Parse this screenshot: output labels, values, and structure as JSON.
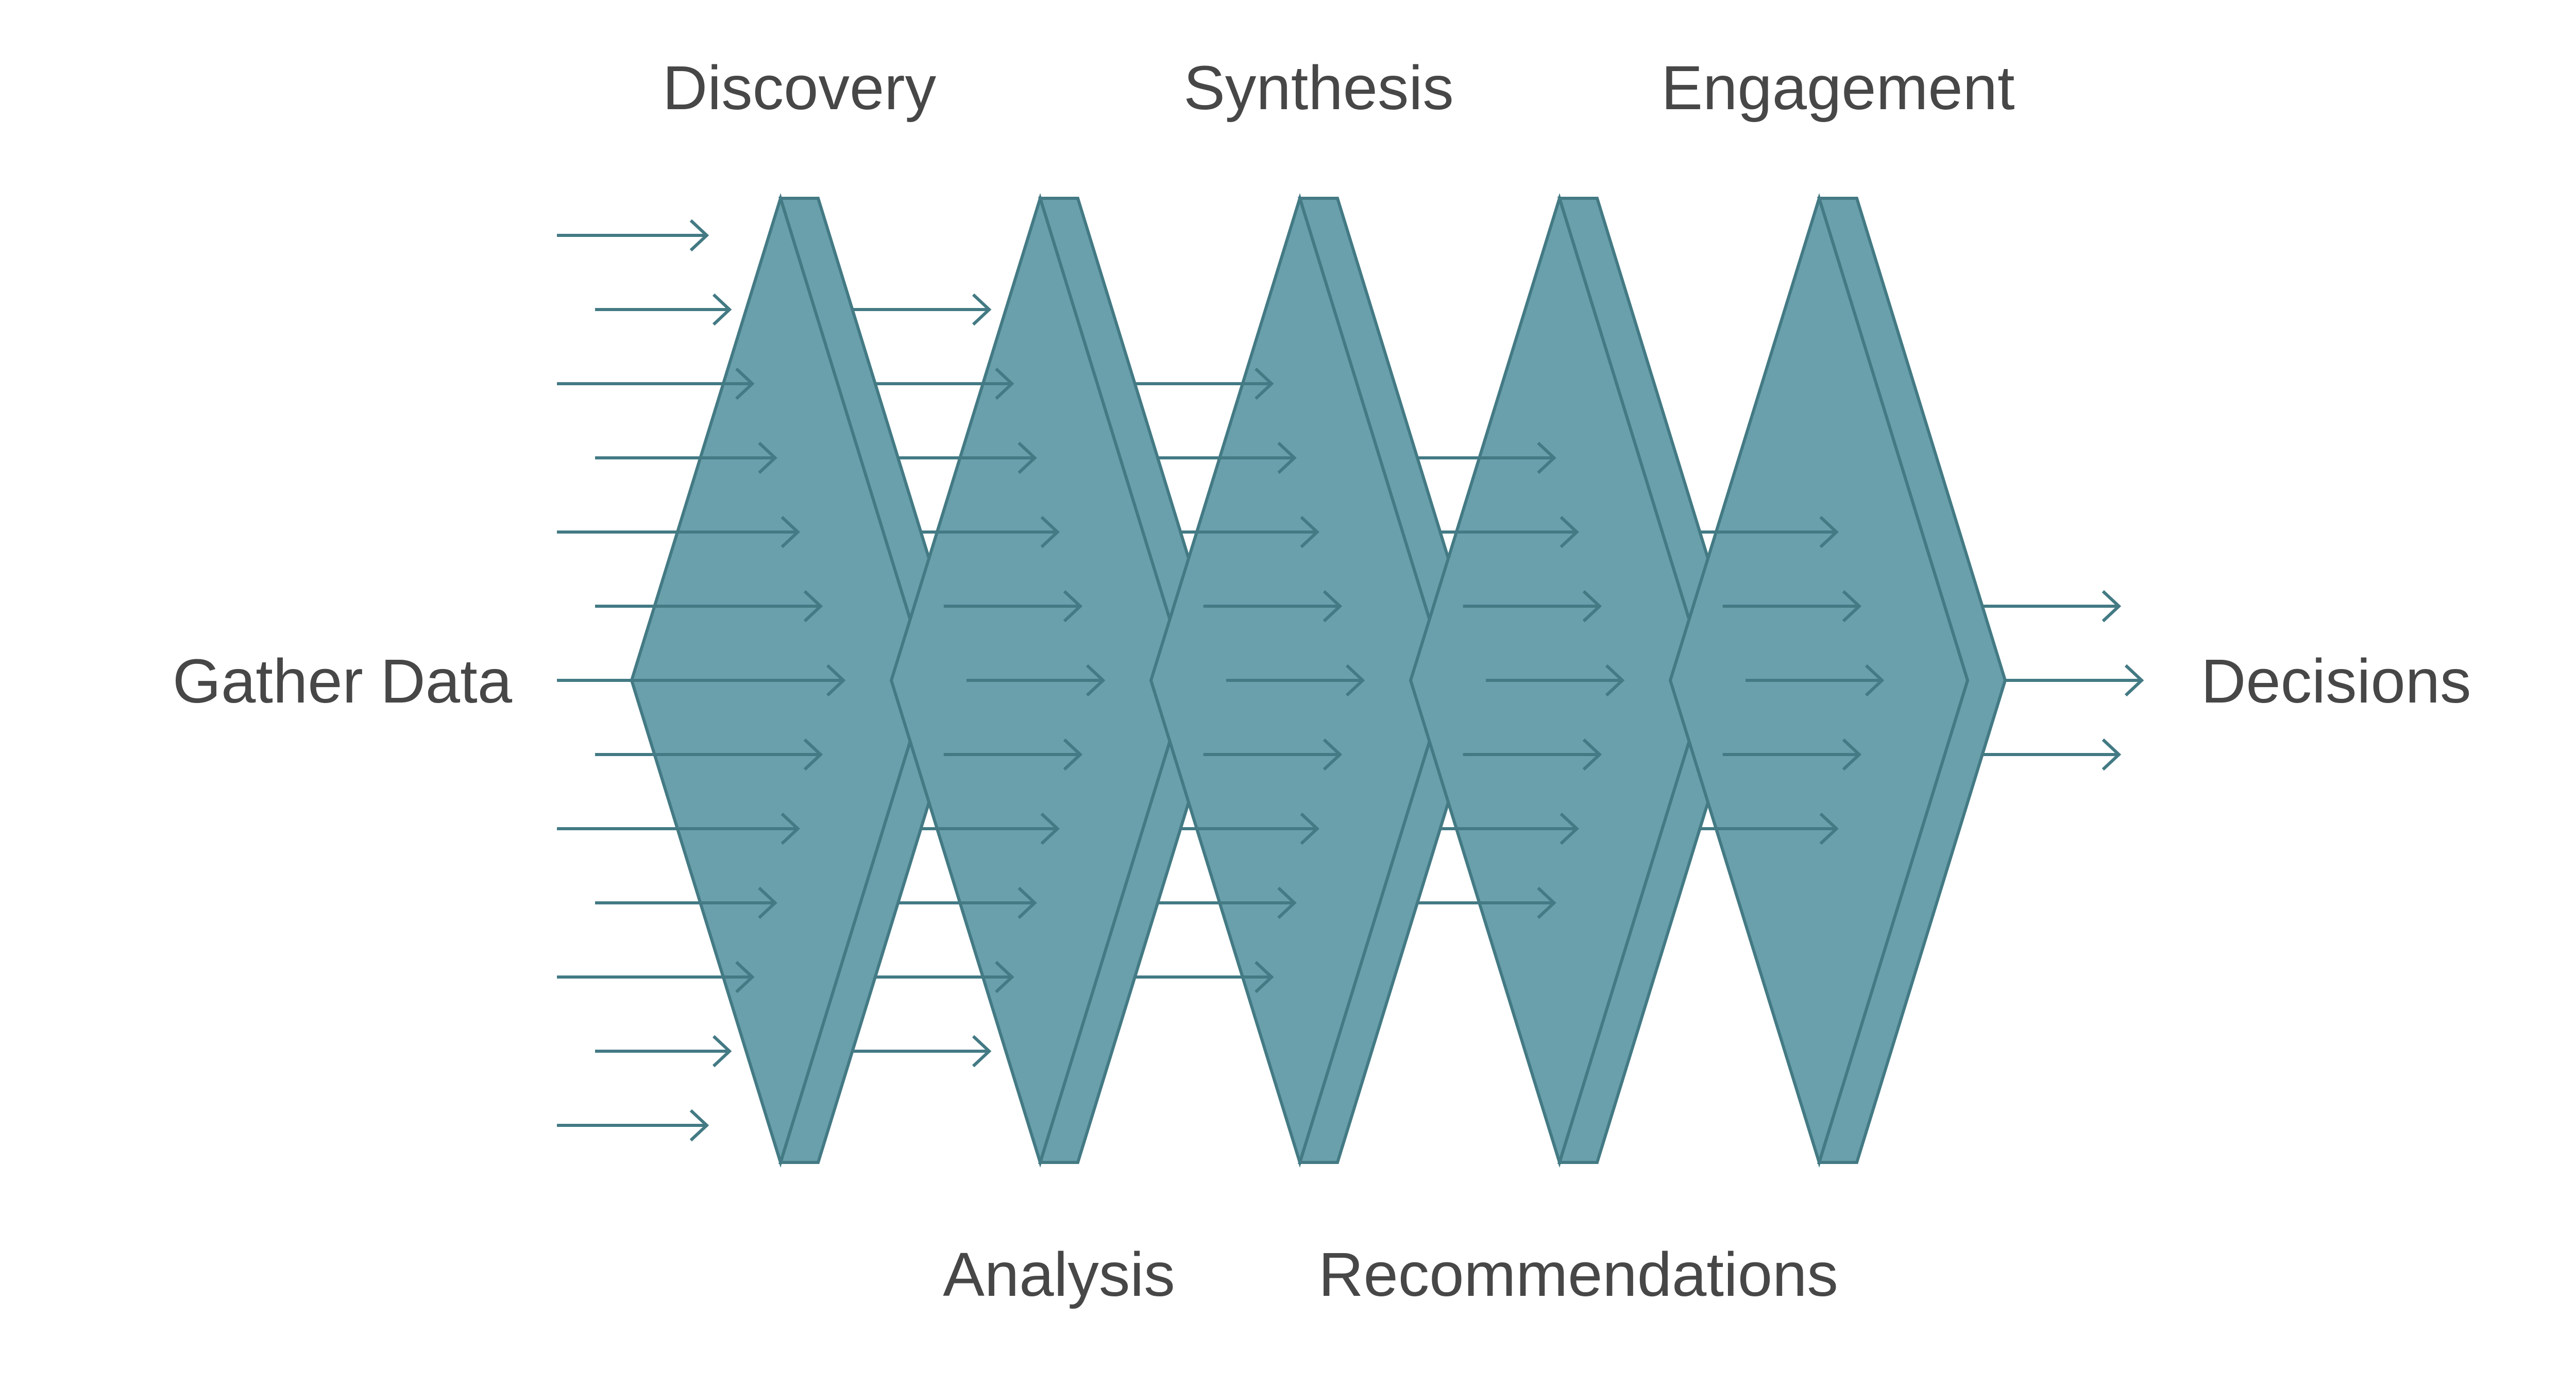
{
  "diagram": {
    "type": "process-funnel",
    "input_label": "Gather Data",
    "output_label": "Decisions",
    "stages": [
      {
        "label": "Discovery",
        "label_position": "top"
      },
      {
        "label": "Analysis",
        "label_position": "bottom"
      },
      {
        "label": "Synthesis",
        "label_position": "top"
      },
      {
        "label": "Recommendations",
        "label_position": "bottom"
      },
      {
        "label": "Engagement",
        "label_position": "top"
      }
    ],
    "arrow_columns": [
      {
        "between": "input-to-Discovery",
        "count": 13
      },
      {
        "between": "Discovery-to-Analysis",
        "count": 11
      },
      {
        "between": "Analysis-to-Synthesis",
        "count": 9
      },
      {
        "between": "Synthesis-to-Recommendations",
        "count": 7
      },
      {
        "between": "Recommendations-to-Engagement",
        "count": 5
      },
      {
        "between": "Engagement-to-output",
        "count": 3
      }
    ],
    "colors": {
      "chevron_fill": "#6aa0ac",
      "chevron_stroke": "#437a84",
      "arrow": "#437a84",
      "text": "#474747"
    }
  }
}
